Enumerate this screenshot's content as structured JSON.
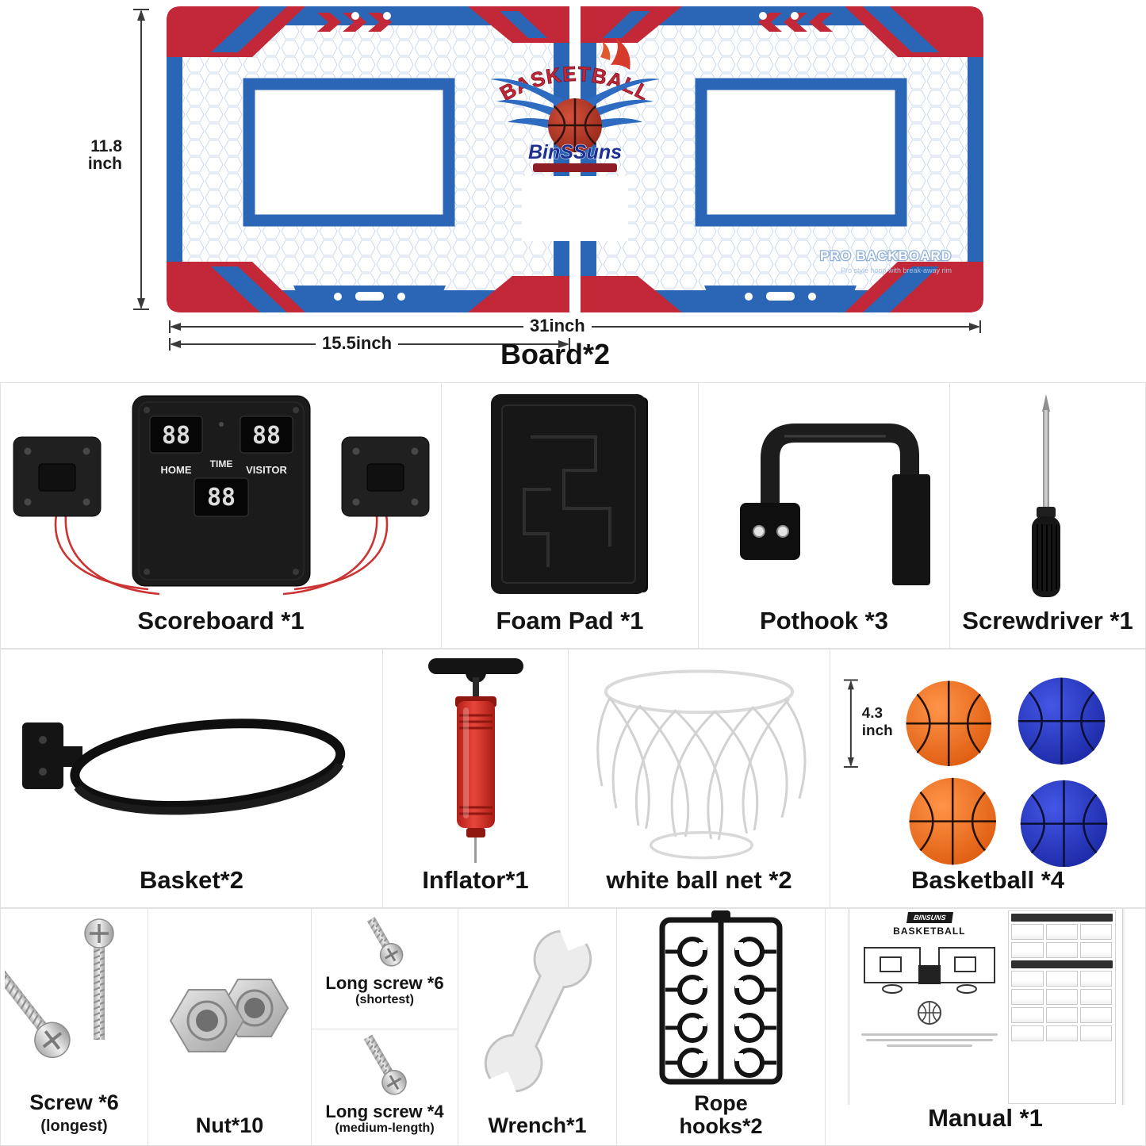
{
  "board": {
    "label": "Board*2",
    "dim_height": [
      "11.8",
      "inch"
    ],
    "dim_width_half": "15.5inch",
    "dim_width_full": "31inch",
    "logo_title": "BASKETBALL",
    "logo_brand": "BinSSuns",
    "pro_title": "PRO BACKBOARD",
    "pro_sub": "Pro style hoop with break-away rim"
  },
  "scoreboard": {
    "label": "Scoreboard *1",
    "home_label": "HOME",
    "time_label": "TIME",
    "visitor_label": "VISITOR",
    "home_digits": "88",
    "time_digits": "88",
    "visitor_digits": "88"
  },
  "foam_pad": {
    "label": "Foam Pad *1"
  },
  "pothook": {
    "label": "Pothook *3"
  },
  "screwdriver": {
    "label": "Screwdriver *1"
  },
  "basket": {
    "label": "Basket*2"
  },
  "inflator": {
    "label": "Inflator*1"
  },
  "ball_net": {
    "label": "white ball net *2"
  },
  "basketball": {
    "label": "Basketball *4",
    "dim": [
      "4.3",
      "inch"
    ]
  },
  "screw": {
    "label": "Screw *6",
    "note": "(longest)"
  },
  "nut": {
    "label": "Nut*10"
  },
  "long_screw_short": {
    "label": "Long screw *6",
    "note": "(shortest)"
  },
  "long_screw_medium": {
    "label": "Long screw *4",
    "note": "(medium-length)"
  },
  "wrench": {
    "label": "Wrench*1"
  },
  "rope_hooks": {
    "label_top": "Rope",
    "label_bottom": "hooks*2"
  },
  "manual": {
    "label": "Manual *1",
    "brand": "BINSUNS",
    "title": "BASKETBALL"
  },
  "colors": {
    "board_blue": "#2b66b6",
    "board_red": "#c22838",
    "ball_orange": "#ef6a1e",
    "ball_blue": "#2737c8",
    "pump_red": "#d6362a"
  }
}
